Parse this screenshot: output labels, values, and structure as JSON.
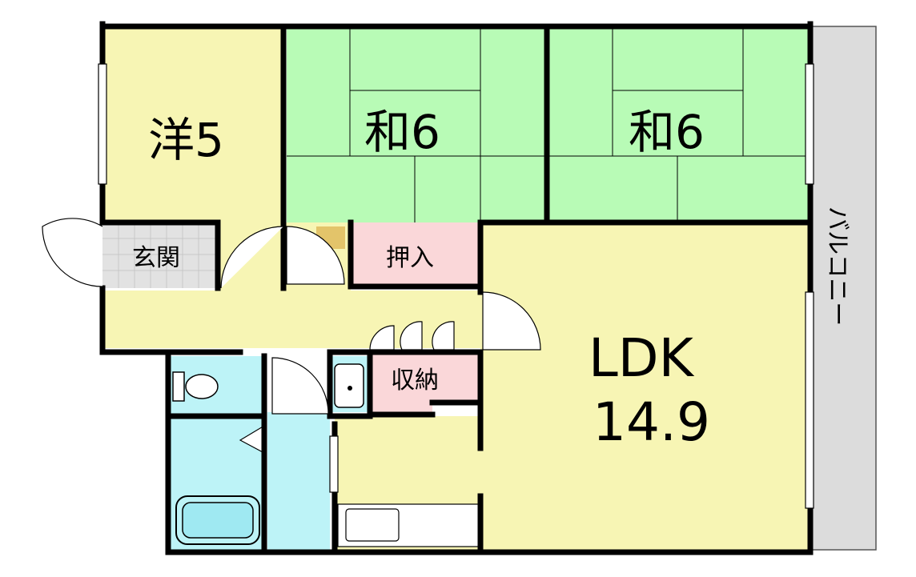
{
  "rooms": {
    "western": {
      "label": "洋5"
    },
    "japanese_left": {
      "label": "和6"
    },
    "japanese_right": {
      "label": "和6"
    },
    "entrance": {
      "label": "玄関"
    },
    "closet_oshiire": {
      "label": "押入"
    },
    "storage": {
      "label": "収納"
    },
    "ldk": {
      "label": "LDK",
      "size": "14.9"
    },
    "balcony": {
      "label": "バルコニー"
    }
  },
  "colors": {
    "western": "#f7f5b4",
    "tatami": "#b8fbb6",
    "ldk": "#f7f5b4",
    "hall": "#f7f5b4",
    "storage": "#fad7d9",
    "wet": "#bdf3f7",
    "entrance": "#e2e2e2",
    "balcony": "#dcdcdc",
    "kitchen": "#f7f5b4"
  }
}
